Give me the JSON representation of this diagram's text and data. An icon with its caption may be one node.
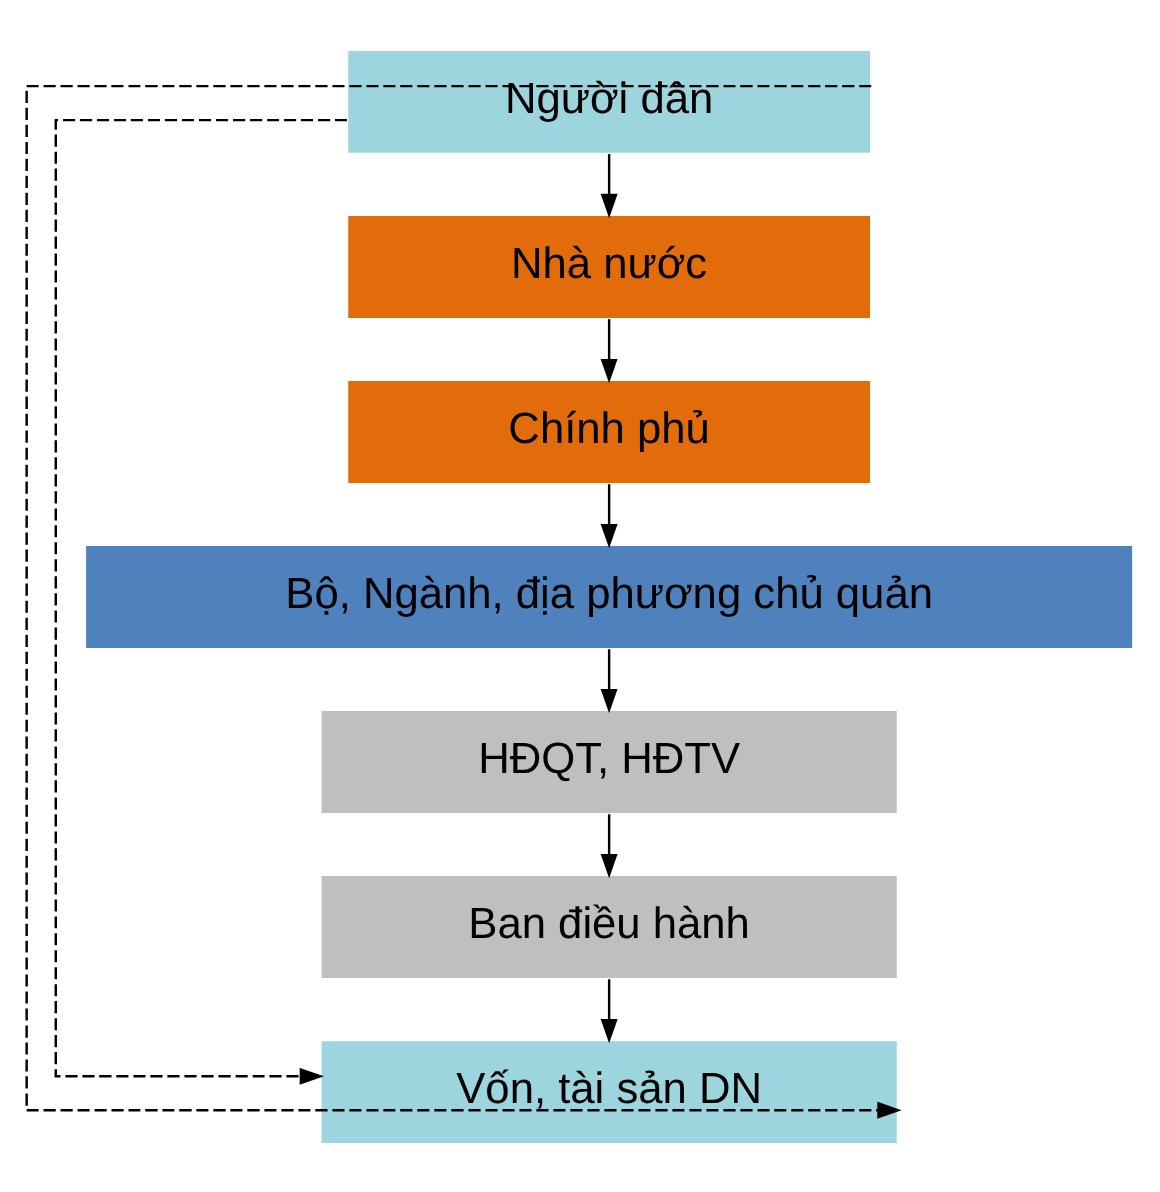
{
  "diagram": {
    "nodes": [
      {
        "text": [
          "Người dân"
        ]
      },
      {
        "text": [
          "Nhà nước"
        ]
      },
      {
        "text": [
          "Chính phủ"
        ]
      },
      {
        "text": [
          "Bộ, Ngành, địa phương chủ quản"
        ]
      },
      {
        "text": [
          "HĐQT, HĐTV"
        ]
      },
      {
        "text": [
          "Ban điều hành"
        ]
      },
      {
        "text": [
          "Vốn, tài sản DN"
        ]
      }
    ],
    "edges": [
      {
        "from": 0,
        "to": 1,
        "arrow": "to"
      },
      {
        "from": 1,
        "to": 2,
        "arrow": "to"
      },
      {
        "from": 2,
        "to": 3,
        "arrow": "to"
      },
      {
        "from": 3,
        "to": 4,
        "arrow": "to"
      },
      {
        "from": 4,
        "to": 5,
        "arrow": "to"
      },
      {
        "from": 5,
        "to": 6,
        "arrow": "to"
      },
      {
        "from": 0,
        "to": 6,
        "arrow": "to",
        "style": "dashed"
      },
      {
        "from": 0,
        "to": 6,
        "arrow": "to",
        "style": "dashed"
      }
    ]
  }
}
